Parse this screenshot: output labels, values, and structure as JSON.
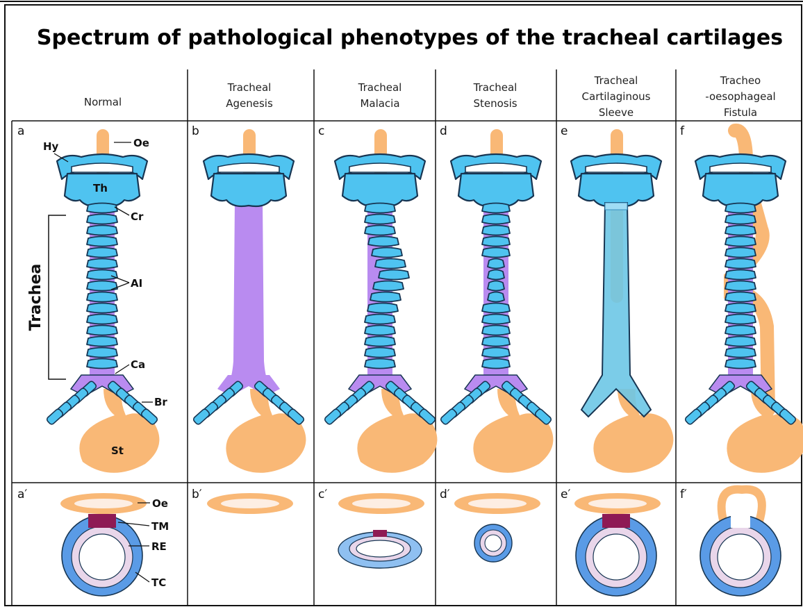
{
  "title": "Spectrum of pathological phenotypes of the tracheal cartilages",
  "columns": [
    {
      "letter": "a",
      "letter_prime": "a′",
      "heading": [
        "Normal"
      ]
    },
    {
      "letter": "b",
      "letter_prime": "b′",
      "heading": [
        "Tracheal",
        "Agenesis"
      ]
    },
    {
      "letter": "c",
      "letter_prime": "c′",
      "heading": [
        "Tracheal",
        "Malacia"
      ]
    },
    {
      "letter": "d",
      "letter_prime": "d′",
      "heading": [
        "Tracheal",
        "Stenosis"
      ]
    },
    {
      "letter": "e",
      "letter_prime": "e′",
      "heading": [
        "Tracheal",
        "Cartilaginous",
        "Sleeve"
      ]
    },
    {
      "letter": "f",
      "letter_prime": "f′",
      "heading": [
        "Tracheo",
        "-oesophageal",
        "Fistula"
      ]
    }
  ],
  "labels": {
    "oe": "Oe",
    "hy": "Hy",
    "th": "Th",
    "cr": "Cr",
    "trachea": "Trachea",
    "ai": "AI",
    "ca": "Ca",
    "br": "Br",
    "st": "St",
    "oe2": "Oe",
    "tm": "TM",
    "re": "RE",
    "tc": "TC"
  },
  "colors": {
    "cartilage": "#4fc3f0",
    "membrane": "#b98bf0",
    "oesophagus": "#f9b876",
    "outline": "#173552",
    "ring_section": "#5a9be6",
    "trachealis": "#8e1a55",
    "lumen": "#fbeef5"
  }
}
